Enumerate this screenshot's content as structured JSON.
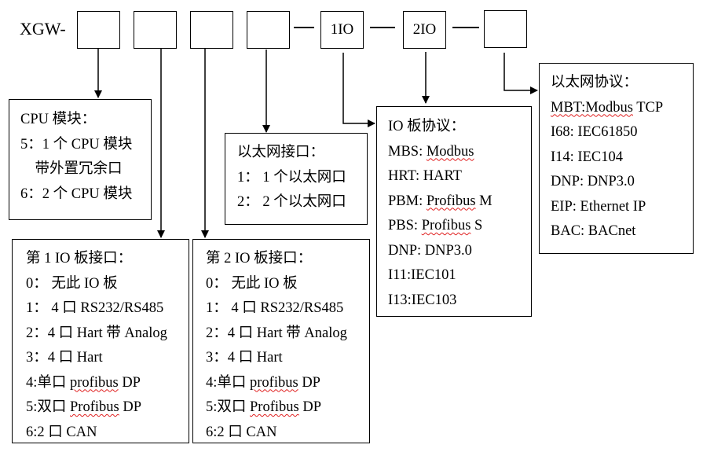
{
  "diagram": {
    "prefix": "XGW-",
    "code_boxes": [
      {
        "id": "cpu",
        "label": ""
      },
      {
        "id": "io1",
        "label": ""
      },
      {
        "id": "io2",
        "label": ""
      },
      {
        "id": "eth",
        "label": ""
      },
      {
        "id": "io1-protocol",
        "label": "1IO"
      },
      {
        "id": "io2-protocol",
        "label": "2IO"
      },
      {
        "id": "eth-protocol",
        "label": ""
      }
    ],
    "panels": {
      "cpu": {
        "title": "CPU 模块：",
        "lines": [
          "5：1 个 CPU 模块",
          "　带外置冗余口",
          "6：2 个 CPU 模块"
        ]
      },
      "ethernet_ports": {
        "title": "以太网接口：",
        "lines": [
          "1： 1 个以太网口",
          "2： 2 个以太网口"
        ]
      },
      "io1": {
        "title": "第 1 IO 板接口：",
        "lines": [
          {
            "text": "0： 无此 IO 板"
          },
          {
            "text": "1： 4 口 RS232/RS485"
          },
          {
            "text": "2：4 口 Hart 带 Analog"
          },
          {
            "text": "3：4 口 Hart"
          },
          {
            "prefix": "4:单口 ",
            "wavy": "profibus",
            "suffix": " DP"
          },
          {
            "prefix": "5:双口 ",
            "wavy": "Profibus",
            "suffix": " DP"
          },
          {
            "text": "6:2 口 CAN"
          }
        ]
      },
      "io2": {
        "title": "第 2 IO 板接口：",
        "lines": [
          {
            "text": "0： 无此 IO 板"
          },
          {
            "text": "1： 4 口 RS232/RS485"
          },
          {
            "text": "2：4 口 Hart 带 Analog"
          },
          {
            "text": "3：4 口 Hart"
          },
          {
            "prefix": "4:单口 ",
            "wavy": "profibus",
            "suffix": " DP"
          },
          {
            "prefix": "5:双口 ",
            "wavy": "Profibus",
            "suffix": " DP"
          },
          {
            "text": "6:2 口 CAN"
          }
        ]
      },
      "io_protocol": {
        "title": "IO 板协议：",
        "lines": [
          {
            "prefix": "MBS: ",
            "wavy": "Modbus",
            "suffix": ""
          },
          {
            "text": "HRT: HART"
          },
          {
            "prefix": "PBM: ",
            "wavy": "Profibus",
            "suffix": " M"
          },
          {
            "prefix": "PBS: ",
            "wavy": "Profibus",
            "suffix": " S"
          },
          {
            "text": "DNP: DNP3.0"
          },
          {
            "text": "I11:IEC101"
          },
          {
            "text": "I13:IEC103"
          }
        ]
      },
      "eth_protocol": {
        "title": "以太网协议：",
        "lines": [
          {
            "prefix": "",
            "wavy": "MBT:Modbus",
            "suffix": " TCP"
          },
          {
            "text": "I68: IEC61850"
          },
          {
            "text": "I14: IEC104"
          },
          {
            "text": "DNP: DNP3.0"
          },
          {
            "text": "EIP: Ethernet IP"
          },
          {
            "text": "BAC: BACnet"
          }
        ]
      }
    }
  }
}
